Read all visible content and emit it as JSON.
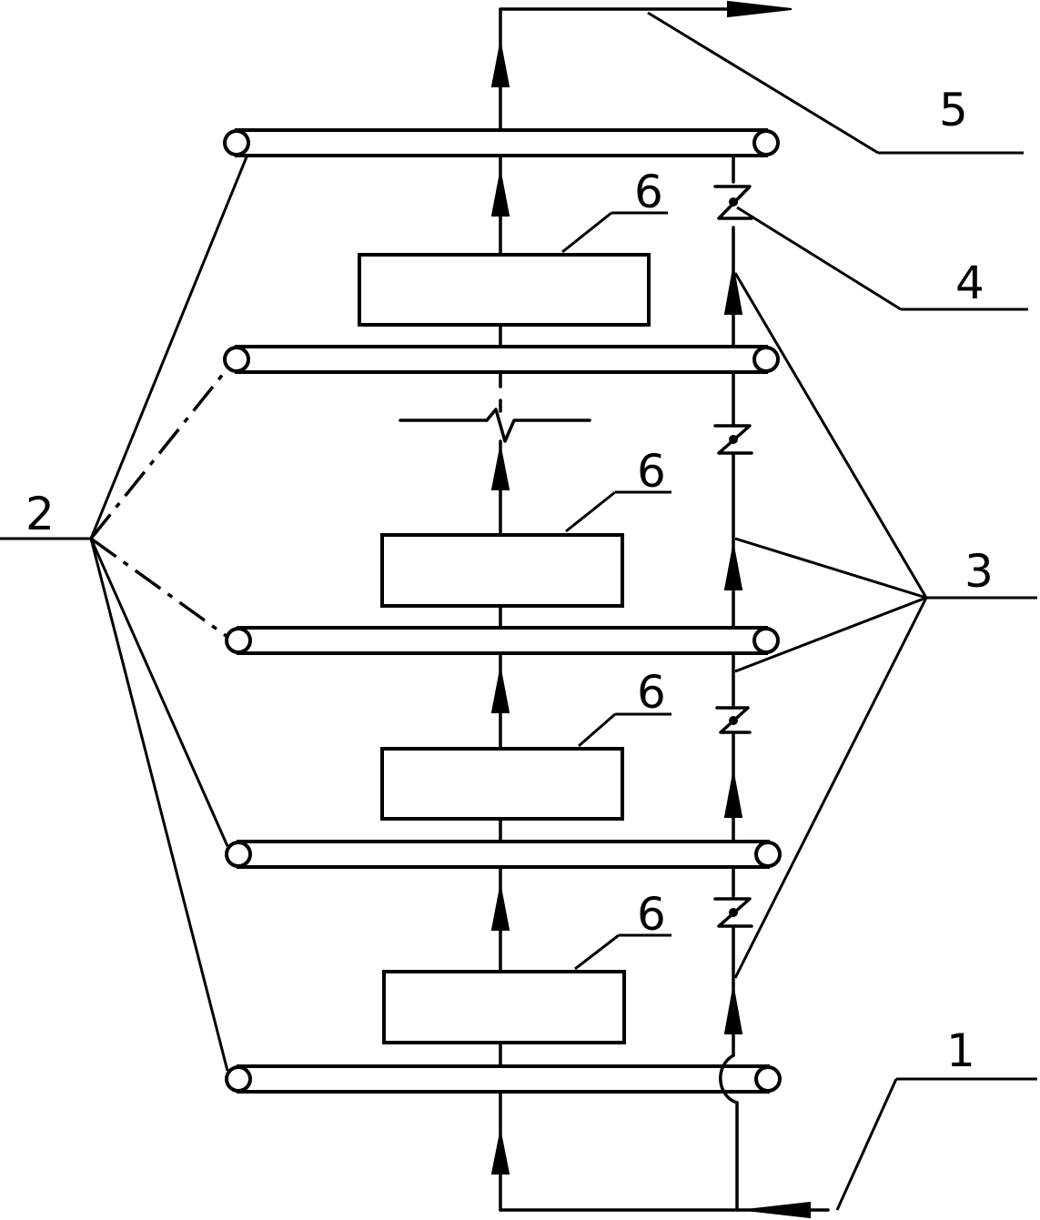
{
  "labels": {
    "l1": "1",
    "l2": "2",
    "l3": "3",
    "l4": "4",
    "l5": "5",
    "l6a": "6",
    "l6b": "6",
    "l6c": "6",
    "l6d": "6"
  },
  "colors": {
    "line": "#000000",
    "background": "#ffffff"
  }
}
